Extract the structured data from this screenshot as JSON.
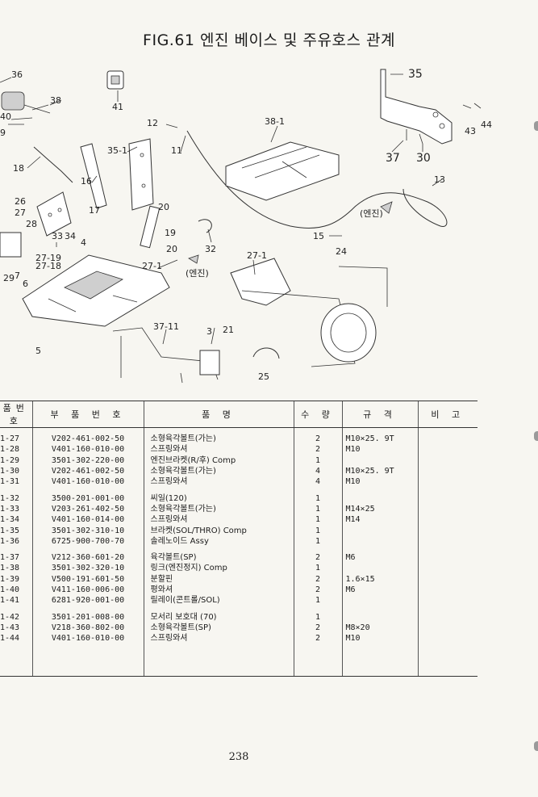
{
  "page": {
    "title": "FIG.61 엔진 베이스 및 주유호스 관계",
    "page_number": "238"
  },
  "diagram": {
    "callouts": [
      "36",
      "38",
      "40",
      "9",
      "41",
      "35",
      "12",
      "11",
      "38-1",
      "35-1",
      "43",
      "44",
      "37",
      "30",
      "18",
      "16",
      "13",
      "26",
      "27",
      "28",
      "33",
      "34",
      "17",
      "20",
      "19",
      "32",
      "4",
      "20",
      "15",
      "24",
      "27-19",
      "27-18",
      "27-1",
      "27-1",
      "29",
      "7",
      "6",
      "5",
      "37-11",
      "3",
      "21",
      "25"
    ],
    "engine_arrow_labels": [
      "(엔진)",
      "(엔진)"
    ]
  },
  "table": {
    "headers": [
      "품번호",
      "부 품 번 호",
      "품 명",
      "수 량",
      "규 격",
      "비 고"
    ],
    "groups": [
      [
        {
          "no": "1-27",
          "part": "V202-461-002-50",
          "name": "소형육각볼트(가는)",
          "qty": "2",
          "spec": "M10×25. 9T",
          "note": ""
        },
        {
          "no": "1-28",
          "part": "V401-160-010-00",
          "name": "스프링와셔",
          "qty": "2",
          "spec": "M10",
          "note": ""
        },
        {
          "no": "1-29",
          "part": "3501-302-220-00",
          "name": "엔진브라켓(R/후) Comp",
          "qty": "1",
          "spec": "",
          "note": ""
        },
        {
          "no": "1-30",
          "part": "V202-461-002-50",
          "name": "소형육각볼트(가는)",
          "qty": "4",
          "spec": "M10×25. 9T",
          "note": ""
        },
        {
          "no": "1-31",
          "part": "V401-160-010-00",
          "name": "스프링와셔",
          "qty": "4",
          "spec": "M10",
          "note": ""
        }
      ],
      [
        {
          "no": "1-32",
          "part": "3500-201-001-00",
          "name": "씨일(120)",
          "qty": "1",
          "spec": "",
          "note": ""
        },
        {
          "no": "1-33",
          "part": "V203-261-402-50",
          "name": "소형육각볼트(가는)",
          "qty": "1",
          "spec": "M14×25",
          "note": ""
        },
        {
          "no": "1-34",
          "part": "V401-160-014-00",
          "name": "스프링와셔",
          "qty": "1",
          "spec": "M14",
          "note": ""
        },
        {
          "no": "1-35",
          "part": "3501-302-310-10",
          "name": "브라켓(SOL/THRO) Comp",
          "qty": "1",
          "spec": "",
          "note": ""
        },
        {
          "no": "1-36",
          "part": "6725-900-700-70",
          "name": "솔레노이드 Assy",
          "qty": "1",
          "spec": "",
          "note": ""
        }
      ],
      [
        {
          "no": "1-37",
          "part": "V212-360-601-20",
          "name": "육각볼트(SP)",
          "qty": "2",
          "spec": "M6",
          "note": ""
        },
        {
          "no": "1-38",
          "part": "3501-302-320-10",
          "name": "링크(엔진정지) Comp",
          "qty": "1",
          "spec": "",
          "note": ""
        },
        {
          "no": "1-39",
          "part": "V500-191-601-50",
          "name": "분할핀",
          "qty": "2",
          "spec": "1.6×15",
          "note": ""
        },
        {
          "no": "1-40",
          "part": "V411-160-006-00",
          "name": "평와셔",
          "qty": "2",
          "spec": "M6",
          "note": ""
        },
        {
          "no": "1-41",
          "part": "6281-920-001-00",
          "name": "릴레이(콘트롤/SOL)",
          "qty": "1",
          "spec": "",
          "note": ""
        }
      ],
      [
        {
          "no": "1-42",
          "part": "3501-201-008-00",
          "name": "모서리 보호대 (70)",
          "qty": "1",
          "spec": "",
          "note": ""
        },
        {
          "no": "1-43",
          "part": "V218-360-802-00",
          "name": "소형육각볼트(SP)",
          "qty": "2",
          "spec": "M8×20",
          "note": ""
        },
        {
          "no": "1-44",
          "part": "V401-160-010-00",
          "name": "스프링와셔",
          "qty": "2",
          "spec": "M10",
          "note": ""
        }
      ]
    ]
  }
}
